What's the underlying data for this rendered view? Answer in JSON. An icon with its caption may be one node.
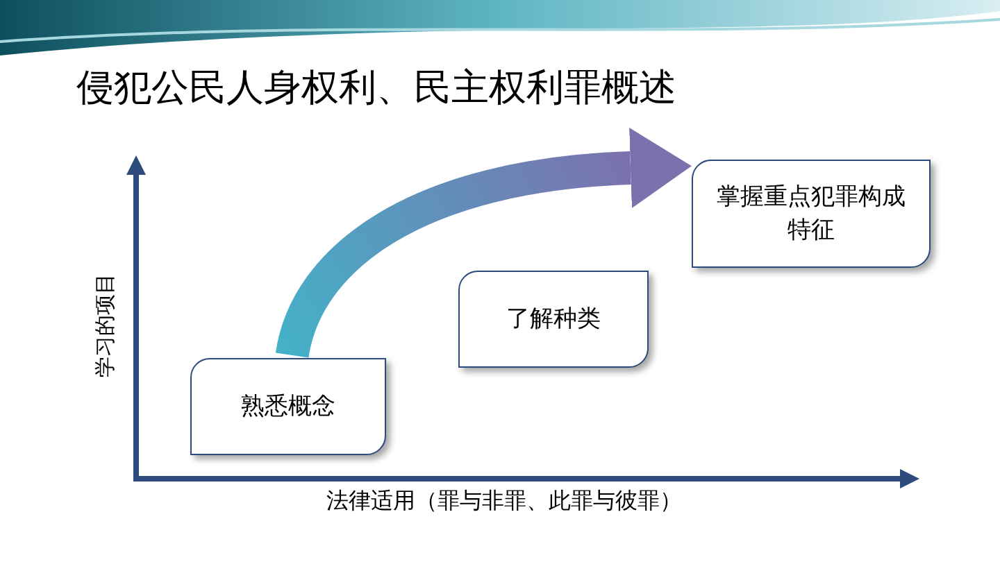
{
  "diagram": {
    "title": "侵犯公民人身权利、民主权利罪概述",
    "nodes": [
      {
        "text": [
          "熟悉概念"
        ]
      },
      {
        "text": [
          "了解种类"
        ]
      },
      {
        "text": [
          "掌握重点犯罪构成特征"
        ]
      }
    ],
    "edges": [
      {
        "from": 0,
        "to": 2,
        "arrow": "to"
      }
    ],
    "labels": [
      "学习的项目",
      "法律适用（罪与非罪、此罪与彼罪）"
    ]
  }
}
